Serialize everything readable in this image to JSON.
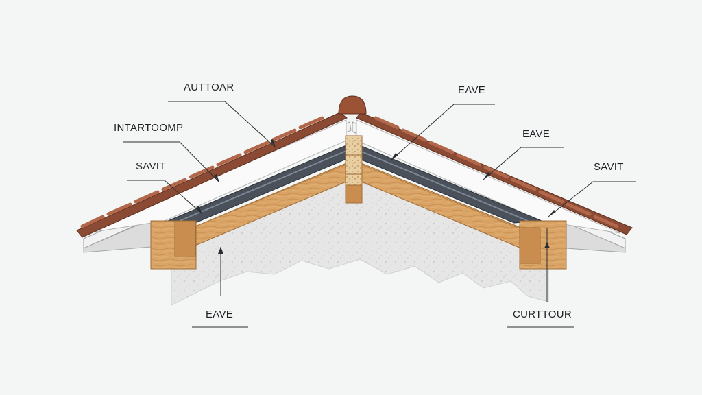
{
  "labels": {
    "top_left": "AUTTOAR",
    "mid_left": "INTARTOOMP",
    "low_left": "SAVIT",
    "top_right": "EAVE",
    "mid_right": "EAVE",
    "low_right": "SAVIT",
    "bottom_left": "EAVE",
    "bottom_right": "CURTTOUR"
  },
  "colors": {
    "background": "#f4f6f5",
    "roof_tile": "#8a4a33",
    "soffit_white": "#f3f3f3",
    "membrane": "#3f4650",
    "timber": "#d7a365",
    "insulation": "#e5e5e5",
    "leader_line": "#2a2d31"
  }
}
